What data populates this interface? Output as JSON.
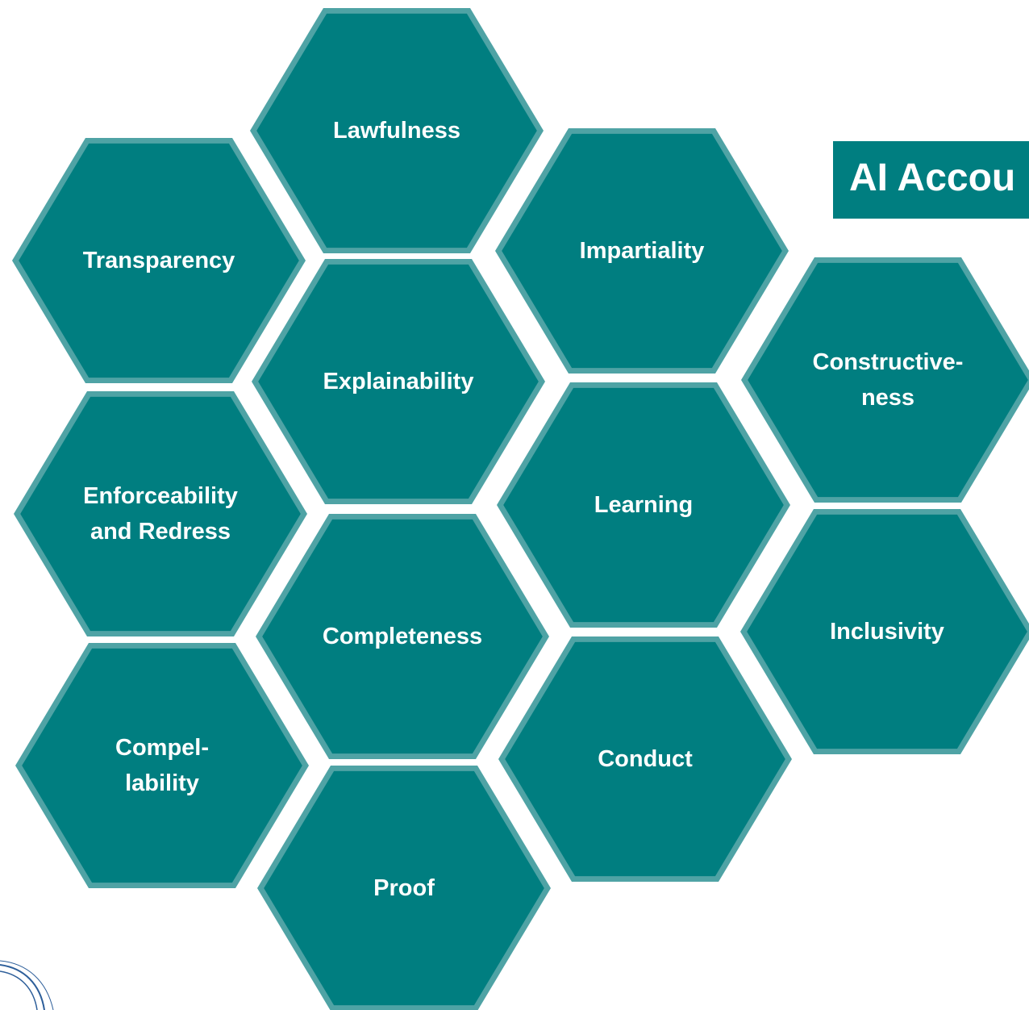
{
  "title": "AI Accou",
  "colors": {
    "hex_fill": "#007e80",
    "hex_edge": "#4fa3a5",
    "title_fill": "#007e80",
    "text": "#ffffff",
    "arc": "#2e5f9a"
  },
  "hexagons": [
    {
      "id": "lawfulness",
      "lines": [
        "Lawfulness"
      ]
    },
    {
      "id": "transparency",
      "lines": [
        "Transparency"
      ]
    },
    {
      "id": "impartiality",
      "lines": [
        "Impartiality"
      ]
    },
    {
      "id": "explainability",
      "lines": [
        "Explainability"
      ]
    },
    {
      "id": "constructiveness",
      "lines": [
        "Constructive-",
        "ness"
      ]
    },
    {
      "id": "enforceability",
      "lines": [
        "Enforceability",
        "and Redress"
      ]
    },
    {
      "id": "learning",
      "lines": [
        "Learning"
      ]
    },
    {
      "id": "completeness",
      "lines": [
        "Completeness"
      ]
    },
    {
      "id": "inclusivity",
      "lines": [
        "Inclusivity"
      ]
    },
    {
      "id": "compellability",
      "lines": [
        "Compel-",
        "lability"
      ]
    },
    {
      "id": "conduct",
      "lines": [
        "Conduct"
      ]
    },
    {
      "id": "proof",
      "lines": [
        "Proof"
      ]
    }
  ]
}
